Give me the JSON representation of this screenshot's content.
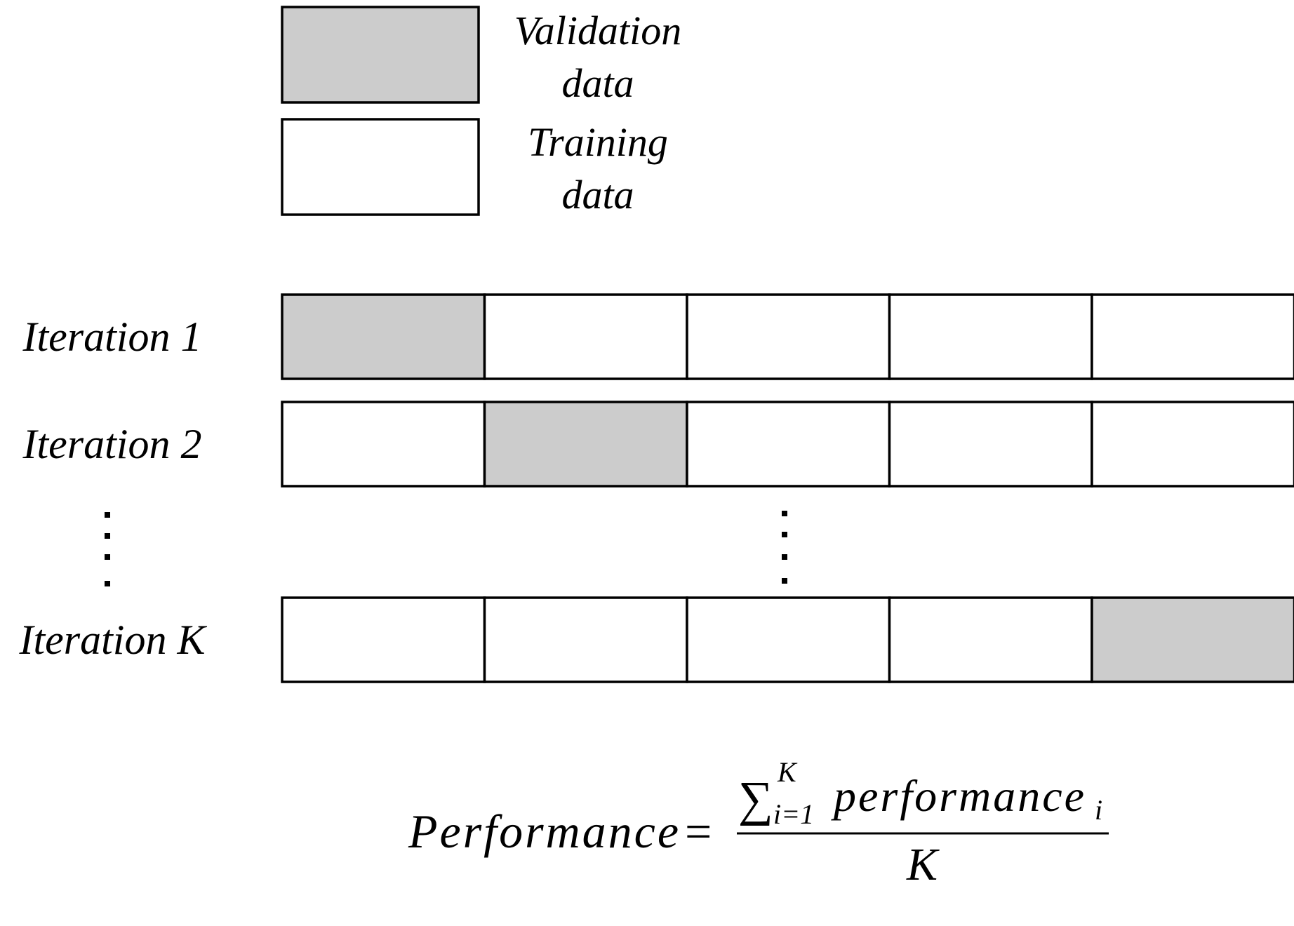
{
  "legend": {
    "validation": {
      "line1": "Validation",
      "line2": "data"
    },
    "training": {
      "line1": "Training",
      "line2": "data"
    }
  },
  "colors": {
    "validation_fill": "#cccccc",
    "training_fill": "#ffffff",
    "stroke": "#000000"
  },
  "iterations": [
    {
      "label": "Iteration 1",
      "validation_index": 0
    },
    {
      "label": "Iteration 2",
      "validation_index": 1
    },
    {
      "label": "Iteration K",
      "validation_index": 4
    }
  ],
  "folds_per_row": 5,
  "formula": {
    "lhs": "Performance",
    "equals": "=",
    "sum_symbol": "∑",
    "sum_upper": "K",
    "sum_lower": "i=1",
    "numerator_term": "performance",
    "numerator_subscript": "i",
    "denominator": "K"
  }
}
